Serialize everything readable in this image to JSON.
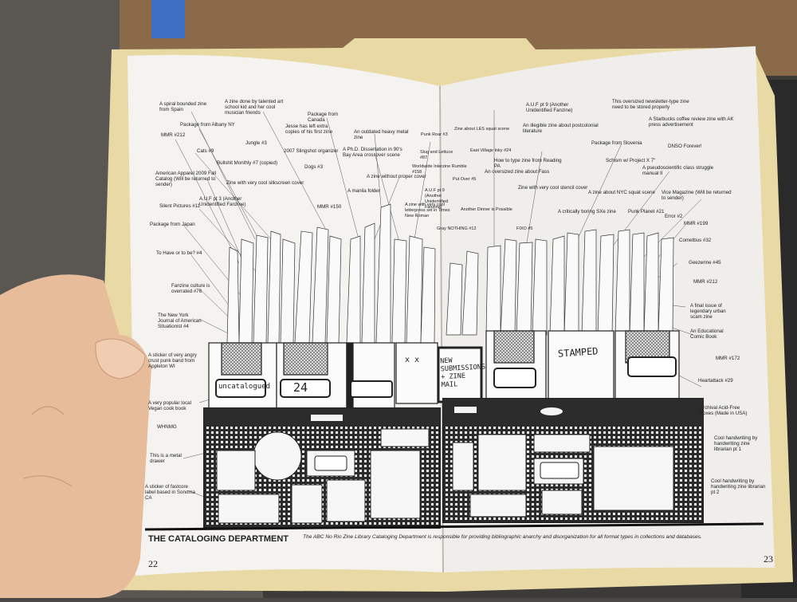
{
  "book": {
    "caption_title": "THE CATALOGING DEPARTMENT",
    "caption_body": "The ABC No Rio Zine Library Cataloging Department is responsible for providing bibliographic anarchy and disorganization for all format types in collections and databases.",
    "page_left": "22",
    "page_right": "23"
  },
  "box_labels": {
    "uncatalogued": "uncatalogued",
    "box_24": "24",
    "new_submissions": "NEW SUBMISSIONS + ZINE MAIL",
    "stamped": "STAMPED",
    "xx": "x x"
  },
  "labels_left": [
    "A spiral bounded zine from Spain",
    "Package from Albany NY",
    "MMR #212",
    "Cats #9",
    "American Apparel 2009 Fall Catalog (Will be returned to sender)",
    "Silent Pictures #11",
    "Package from Japan",
    "To Have or to be? #4",
    "Fanzine culture is overrated #76",
    "The New York Journal of American Situationist #4",
    "A sticker of very angry crust punk band from Appleton WI",
    "A very popular local Vegan cook book",
    "WHNMG",
    "This is a metal drawer",
    "A sticker of fastcore label based in Sonoma CA"
  ],
  "labels_left_center": [
    "A zine done by talented art school kid and her cool musician friends",
    "Package from Canada",
    "Jesse has left extra copies of his first zine",
    "Jungle #3",
    "Bullshit Monthly #7 (copied)",
    "2007 Slingshot organizer",
    "Dogs #3",
    "A.U.F pt 3 (Another Unidentified Fanzine)",
    "Zine with very cool silkscreen cover",
    "MMR #150",
    "An outdated heavy metal zine",
    "A Ph.D. Dissertation in 90's Bay Area crossover scene",
    "A zine without proper cover",
    "A manila folder"
  ],
  "labels_center": [
    "Punk Roar #3",
    "Zine about LES squat scene",
    "Slug and Lettuce #87",
    "Worldwide Interzine Rumble #158",
    "East Village Inky #24",
    "Put Over #5",
    "A.U.F pt 9 (Another Unidentified Fanzine)",
    "A zine with very cool letterpress set in Times New Roman",
    "Another Dinner is Possible",
    "Gray NOTHING #12",
    "FIXO #5"
  ],
  "labels_right_center": [
    "A.U.F pt 9 (Another Unidentified Fanzine)",
    "An illegible zine about postcolonial literature",
    "How to type zine from Reading PA",
    "An oversized zine about Fass",
    "Zine with very cool stencil cover",
    "Schism w/ Project X 7\"",
    "Package from Slovenia",
    "A critically boring SXe zine",
    "A zine about NYC squat scene",
    "Punk Planet #21"
  ],
  "labels_right": [
    "This oversized newsletter-type zine need to be stored properly",
    "A Starbucks coffee review zine with AK press advertisement",
    "DNSO Forever!",
    "A pseudoscientific class struggle manual II",
    "Vice Magazine (Will be returned to sender)",
    "Error #2",
    "MMR #199",
    "Cometbus #32",
    "Geezerine #45",
    "MMR #212",
    "A final issue of legendary urban scam zine",
    "An Educational Comic Book",
    "MMR #172",
    "Heartattack #29",
    "Archival Acid-Free Boxes (Made in USA)",
    "Cool handwriting by handwriting zine librarian pt 1",
    "Cool handwriting by handwriting zine librarian pt 2"
  ]
}
